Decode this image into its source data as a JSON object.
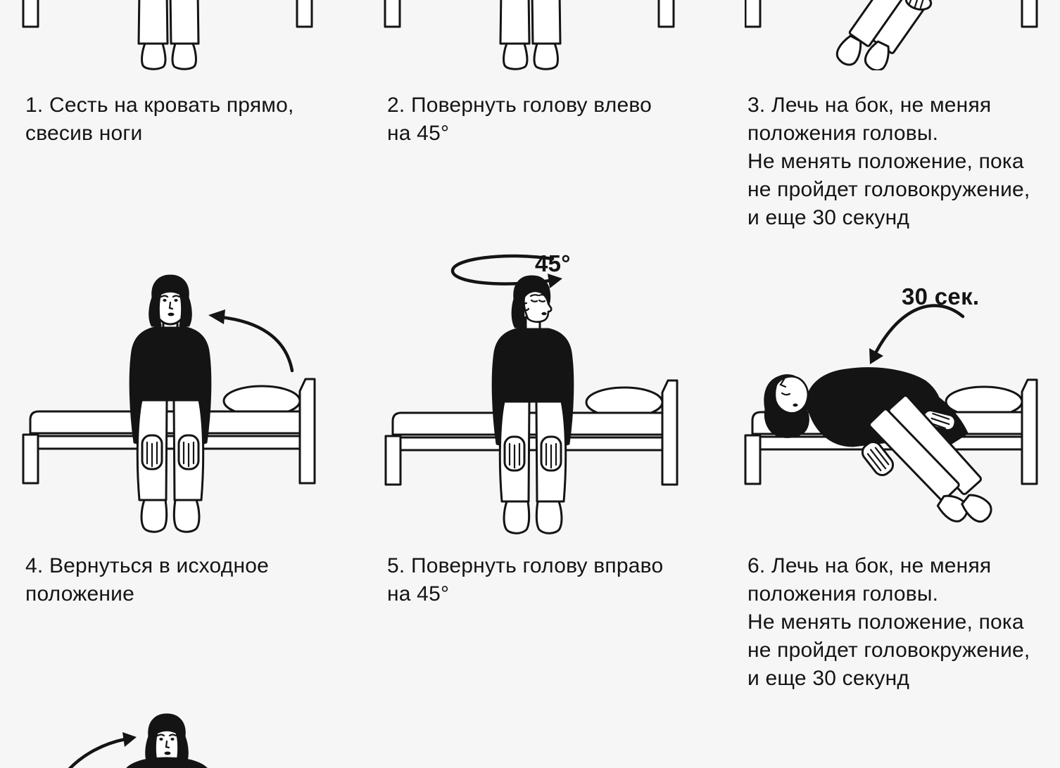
{
  "page": {
    "background_color": "#f6f6f7",
    "ink_color": "#141414",
    "description": "Illustrated step-by-step bed exercise instructions"
  },
  "steps": [
    {
      "number": "1",
      "caption": "1. Сесть на кровать прямо,\nсвесив ноги",
      "illustration": "person-legs-dangling-off-bed"
    },
    {
      "number": "2",
      "caption": "2. Повернуть голову влево\nна 45°",
      "illustration": "person-legs-dangling-off-bed"
    },
    {
      "number": "3",
      "caption": "3. Лечь на бок, не меняя\nположения головы.\nНе менять положение, пока\nне пройдет головокружение,\nи еще 30 секунд",
      "illustration": "person-lying-legs-off-bed"
    },
    {
      "number": "4",
      "caption": "4. Вернуться в исходное\nположение",
      "illustration": "woman-sitting-upright-on-bed-with-arrow"
    },
    {
      "number": "5",
      "caption": "5. Повернуть голову вправо\nна 45°",
      "illustration": "woman-sitting-head-turned-right"
    },
    {
      "number": "6",
      "caption": "6. Лечь на бок, не меняя\nположения головы.\nНе менять положение, пока\nне пройдет головокружение,\nи еще 30 секунд",
      "illustration": "woman-lying-on-side-on-bed"
    }
  ],
  "annotations": {
    "rotation_angle": "45°",
    "hold_duration": "30 сек."
  }
}
